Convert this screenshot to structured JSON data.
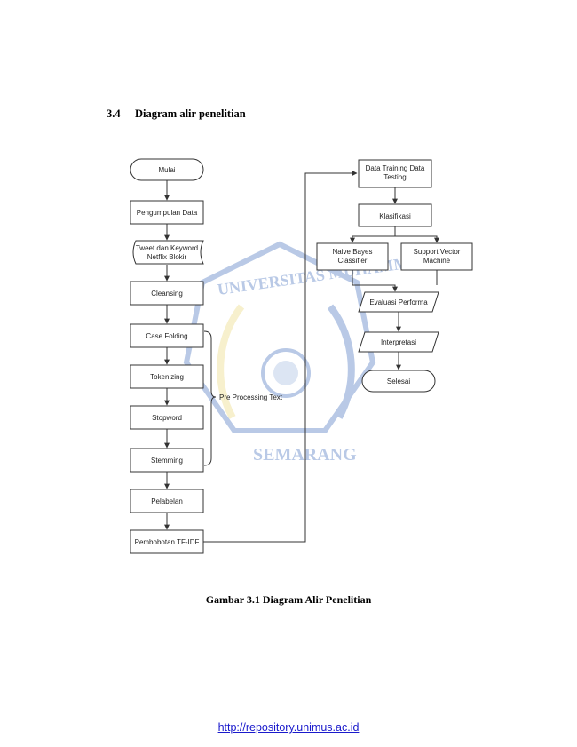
{
  "heading": {
    "number": "3.4",
    "title": "Diagram alir penelitian"
  },
  "flow": {
    "mulai": "Mulai",
    "pengumpulan": "Pengumpulan Data",
    "tweet_line1": "Tweet dan Keyword",
    "tweet_line2": "Netflix Blokir",
    "cleansing": "Cleansing",
    "case_folding": "Case Folding",
    "tokenizing": "Tokenizing",
    "stopword": "Stopword",
    "stemming": "Stemming",
    "pelabelan": "Pelabelan",
    "pembobotan": "Pembobotan TF-IDF",
    "preprocessing": "Pre Processing Text",
    "data_line1": "Data Training Data",
    "data_line2": "Testing",
    "klasifikasi": "Klasifikasi",
    "nb_line1": "Naive Bayes",
    "nb_line2": "Classifier",
    "svm_line1": "Support Vector",
    "svm_line2": "Machine",
    "evaluasi": "Evaluasi Performa",
    "interpretasi": "Interpretasi",
    "selesai": "Selesai"
  },
  "watermark": {
    "top": "UNIVERSITAS MUHAMMADIYAH",
    "bottom": "SEMARANG"
  },
  "caption": "Gambar 3.1 Diagram Alir Penelitian",
  "footer": {
    "link": "http://repository.unimus.ac.id"
  },
  "colors": {
    "watermark_blue": "#2d5fb5",
    "watermark_yellow": "#e8d36a",
    "link": "#1a1acc"
  }
}
